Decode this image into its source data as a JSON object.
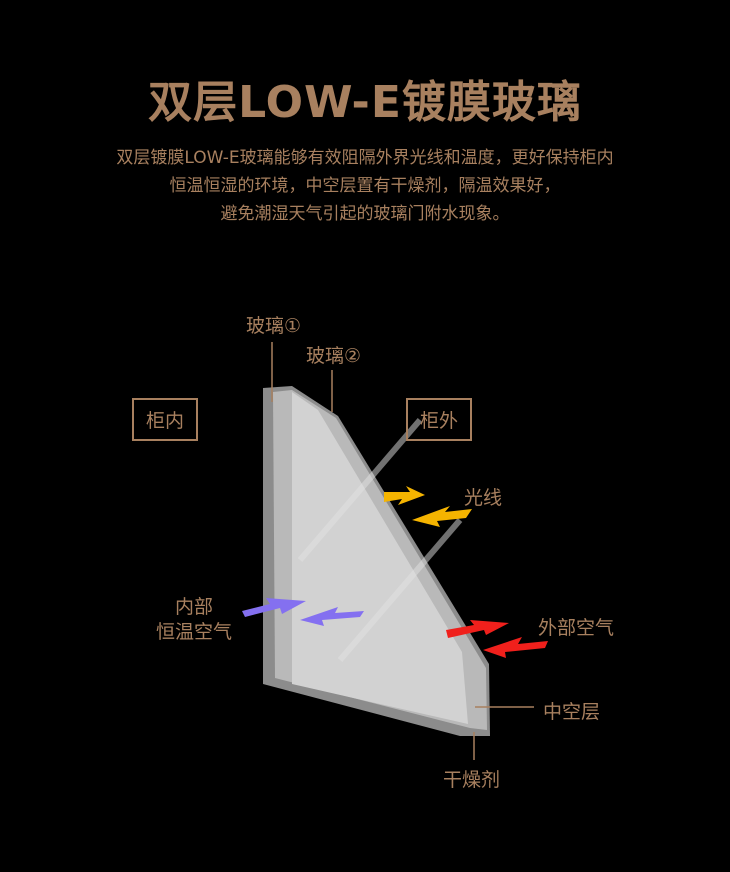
{
  "title": "双层LOW-E镀膜玻璃",
  "description": [
    "双层镀膜LOW-E玻璃能够有效阻隔外界光线和温度，更好保持柜内",
    "恒温恒湿的环境，中空层置有干燥剂，隔温效果好，",
    "避免潮湿天气引起的玻璃门附水现象。"
  ],
  "labels": {
    "glass1": "玻璃①",
    "glass2": "玻璃②",
    "inside": "柜内",
    "outside": "柜外",
    "light": "光线",
    "outside_air": "外部空气",
    "inside_air_1": "内部",
    "inside_air_2": "恒温空气",
    "hollow_layer": "中空层",
    "desiccant": "干燥剂"
  },
  "colors": {
    "accent": "#a8805f",
    "light_arrow": "#f5b400",
    "outside_air_arrow": "#f0201c",
    "inside_air_arrow": "#8470f0"
  }
}
